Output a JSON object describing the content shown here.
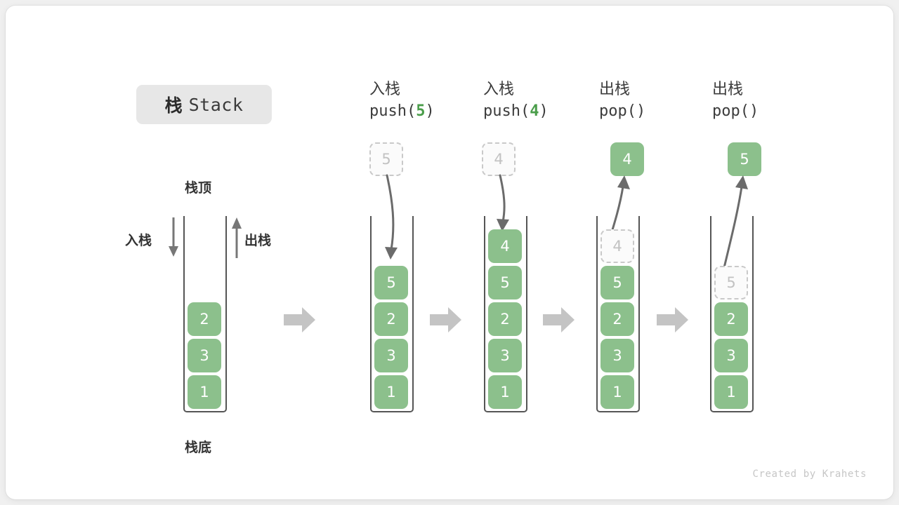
{
  "title": {
    "cn": "栈",
    "en": "Stack"
  },
  "labels": {
    "top": "栈顶",
    "bottom": "栈底",
    "push": "入栈",
    "pop": "出栈"
  },
  "credit": "Created by Krahets",
  "colors": {
    "element_fill": "#8cc08c",
    "element_text": "#ffffff",
    "ghost_fill": "#fbfbfb",
    "ghost_border": "#c9c9c9",
    "ghost_text": "#c2c2c2",
    "wall": "#555555",
    "accent_number": "#4a9d4a",
    "flow_arrow": "#c4c4c4",
    "curve_arrow": "#6b6b6b",
    "title_chip_bg": "#e7e7e7",
    "card_bg": "#ffffff",
    "page_bg": "#f0f0f0"
  },
  "columns": [
    {
      "id": "initial",
      "header": {
        "line1": "",
        "line2_prefix": "",
        "line2_num": "",
        "line2_suffix": ""
      },
      "stack": [
        "2",
        "3",
        "1"
      ],
      "floating": null,
      "ghost_in_stack": null,
      "annotations": {
        "top": "栈顶",
        "bottom": "栈底",
        "push": "入栈",
        "pop": "出栈"
      }
    },
    {
      "id": "push-5",
      "header": {
        "line1": "入栈",
        "line2_prefix": "push(",
        "line2_num": "5",
        "line2_suffix": ")"
      },
      "stack": [
        "5",
        "2",
        "3",
        "1"
      ],
      "floating": {
        "value": "5",
        "style": "ghost",
        "direction": "down"
      },
      "ghost_in_stack": null
    },
    {
      "id": "push-4",
      "header": {
        "line1": "入栈",
        "line2_prefix": "push(",
        "line2_num": "4",
        "line2_suffix": ")"
      },
      "stack": [
        "4",
        "5",
        "2",
        "3",
        "1"
      ],
      "floating": {
        "value": "4",
        "style": "ghost",
        "direction": "down"
      },
      "ghost_in_stack": null
    },
    {
      "id": "pop-4",
      "header": {
        "line1": "出栈",
        "line2_prefix": "pop(",
        "line2_num": "",
        "line2_suffix": ")"
      },
      "stack": [
        "5",
        "2",
        "3",
        "1"
      ],
      "floating": {
        "value": "4",
        "style": "solid",
        "direction": "up"
      },
      "ghost_in_stack": {
        "value": "4"
      }
    },
    {
      "id": "pop-5",
      "header": {
        "line1": "出栈",
        "line2_prefix": "pop(",
        "line2_num": "",
        "line2_suffix": ")"
      },
      "stack": [
        "2",
        "3",
        "1"
      ],
      "floating": {
        "value": "5",
        "style": "solid",
        "direction": "up"
      },
      "ghost_in_stack": {
        "value": "5"
      }
    }
  ],
  "flow_arrows": [
    {
      "id": "flow-1"
    },
    {
      "id": "flow-2"
    },
    {
      "id": "flow-3"
    },
    {
      "id": "flow-4"
    }
  ]
}
